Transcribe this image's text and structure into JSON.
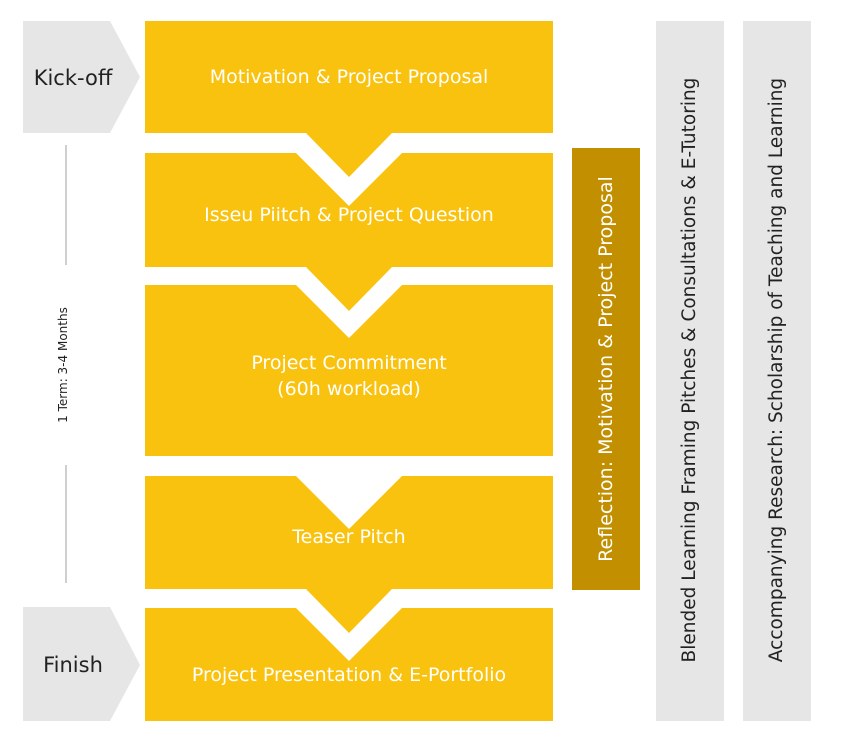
{
  "markers": {
    "kickoff": "Kick-off",
    "finish": "Finish",
    "duration": "1 Term: 3-4 Months"
  },
  "steps": [
    {
      "line1": "Motivation & Project Proposal",
      "line2": ""
    },
    {
      "line1": "Isseu Piitch & Project Question",
      "line2": ""
    },
    {
      "line1": "Project Commitment",
      "line2": "(60h workload)"
    },
    {
      "line1": "Teaser Pitch",
      "line2": ""
    },
    {
      "line1": "Project Presentation & E-Portfolio",
      "line2": ""
    }
  ],
  "reflection": "Reflection: Motivation & Project Proposal",
  "blended": "Blended Learning Framing Pitches & Consultations & E-Tutoring",
  "research": "Accompanying Research: Scholarship of Teaching and Learning",
  "colors": {
    "step_fill": "#f9c20e",
    "reflection_fill": "#c18f00",
    "grey_fill": "#e6e6e6",
    "line": "#bfbfbf"
  }
}
